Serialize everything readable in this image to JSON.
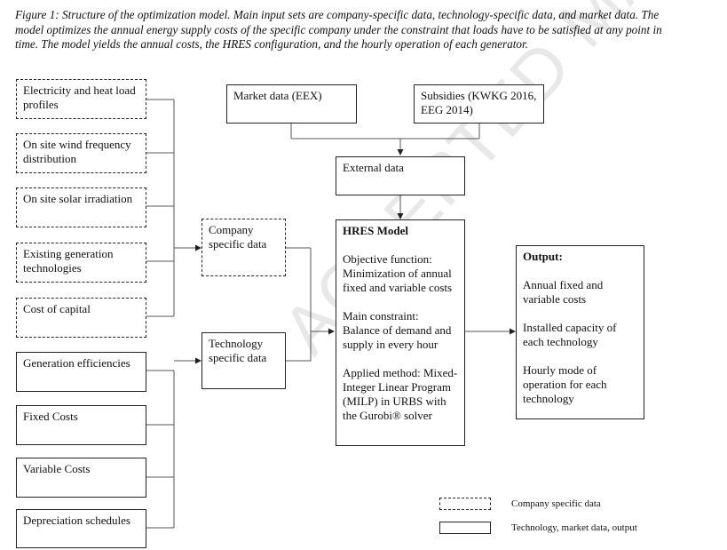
{
  "caption": "Figure 1: Structure of the optimization model. Main input sets are company-specific data, technology-specific data, and market data. The model optimizes the annual energy supply costs of the specific company under the constraint that loads have to be satisfied at any point in time. The model yields the annual costs, the HRES configuration, and the hourly operation of each generator.",
  "company_inputs": [
    "Electricity and heat load profiles",
    "On site wind frequency distribution",
    "On site solar irradiation",
    "Existing generation technologies",
    "Cost of capital"
  ],
  "technology_inputs": [
    "Generation efficiencies",
    "Fixed Costs",
    "Variable Costs",
    "Depreciation schedules"
  ],
  "company_specific": "Company specific data",
  "technology_specific": "Technology specific data",
  "market_data": "Market data (EEX)",
  "subsidies": "Subsidies (KWKG 2016, EEG 2014)",
  "external_data": "External data",
  "hres": {
    "title": "HRES Model",
    "objective": "Objective function: Minimization of annual fixed and variable costs",
    "constraint": "Main constraint: Balance of demand and supply in every hour",
    "method": "Applied method: Mixed-Integer Linear Program (MILP) in URBS with the Gurobi® solver"
  },
  "output": {
    "title": "Output:",
    "items": [
      "Annual fixed and variable costs",
      "Installed capacity of each technology",
      "Hourly mode of operation for each technology"
    ]
  },
  "legend": {
    "dashed": "Company specific data",
    "solid": "Technology, market data, output"
  },
  "watermark": "ACCEPTED MANUSCRIPT"
}
